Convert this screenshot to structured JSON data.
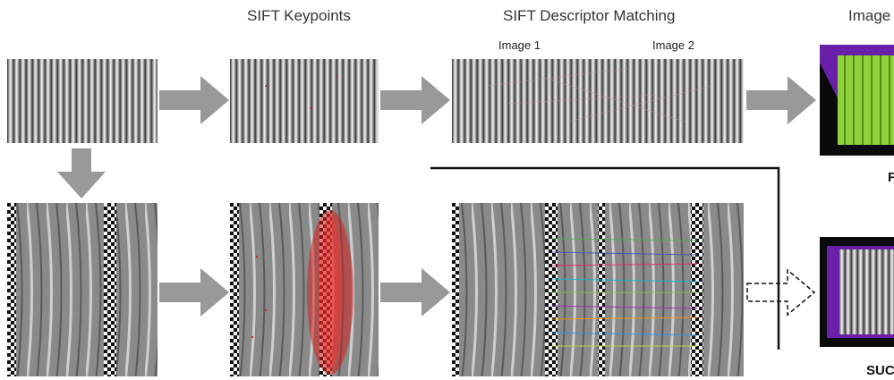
{
  "headers": {
    "keypoints": "SIFT Keypoints",
    "matching": "SIFT Descriptor Matching",
    "result": "Image"
  },
  "matching_labels": {
    "image1": "Image 1",
    "image2": "Image 2"
  },
  "results": {
    "top": "F",
    "bottom": "SUC"
  },
  "colors": {
    "arrow": "#999999",
    "keypoint": "#d42020",
    "result_green": "#8fd23a",
    "result_purple": "#6a1fa8",
    "line": "#111111"
  }
}
